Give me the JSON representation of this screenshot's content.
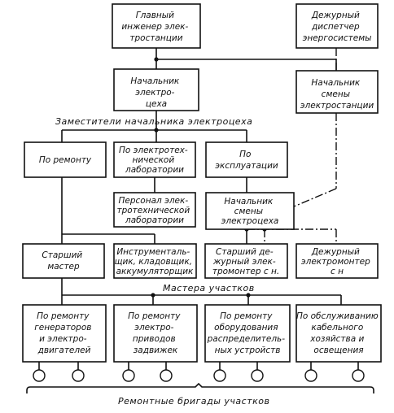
{
  "boxes": {
    "chief_engineer": [
      "Главный",
      "инженер элек-",
      "тростанции"
    ],
    "energy_dispatcher": [
      "Дежурный",
      "диспетчер",
      "энергосистемы"
    ],
    "head_shop": [
      "Начальник",
      "электро-",
      "цеха"
    ],
    "head_shift_station": [
      "Начальник",
      "смены",
      "электростанции"
    ],
    "repair": [
      "По ремонту"
    ],
    "lab": [
      "По электротех-",
      "нической",
      "лаборатории"
    ],
    "operation": [
      "По",
      "эксплуатации"
    ],
    "lab_staff": [
      "Персонал элек-",
      "тротехнической",
      "лаборатории"
    ],
    "head_shift_shop": [
      "Начальник",
      "смены",
      "электроцеха"
    ],
    "senior_master": [
      "Старший",
      "мастер"
    ],
    "tool_staff": [
      "Инструменталь-",
      "щик, кладовщик,",
      "аккумуляторщик"
    ],
    "senior_duty": [
      "Старший де-",
      "журный элек-",
      "тромонтер с н."
    ],
    "duty_electrician": [
      "Дежурный",
      "электромонтер",
      "с н"
    ],
    "rep_generators": [
      "По ремонту",
      "генераторов",
      "и электро-",
      "двигателей"
    ],
    "rep_drives": [
      "По ремонту",
      "электро-",
      "приводов",
      "задвижек"
    ],
    "rep_switchgear": [
      "По ремонту",
      "оборудования",
      "распределитель-",
      "ных устройств"
    ],
    "cable_lighting": [
      "По обслуживанию",
      "кабельного",
      "хозяйства и",
      "освещения"
    ]
  },
  "captions": {
    "deputies": "Заместители начальника электроцеха",
    "masters": "Мастера участков",
    "brigades": "Ремонтные бригады участков"
  },
  "brigade_count": 8
}
